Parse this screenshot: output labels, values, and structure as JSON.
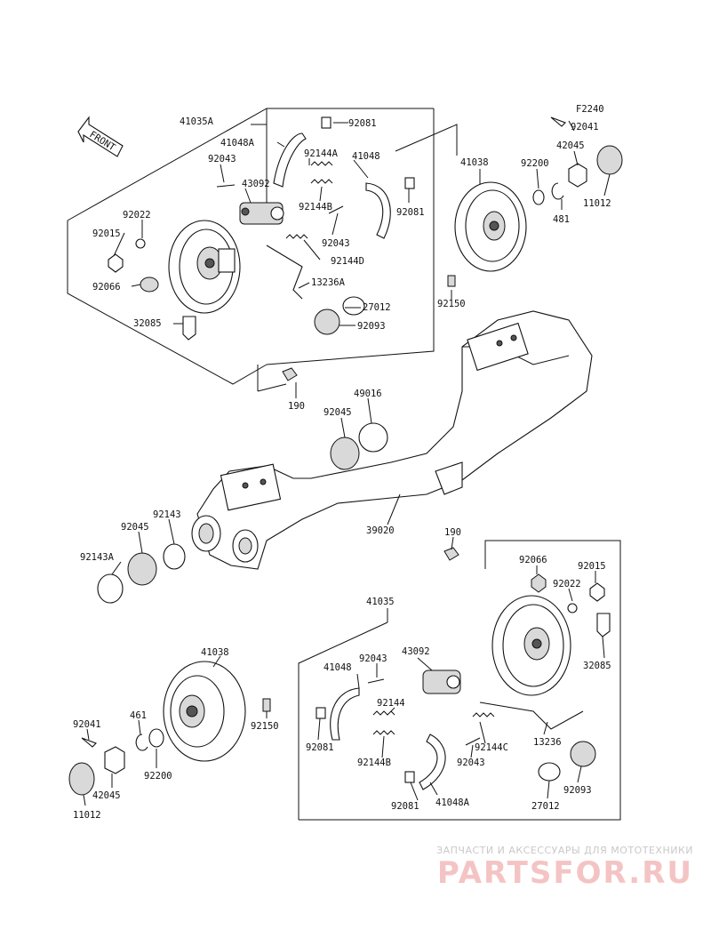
{
  "figure_code": "F2240",
  "front_label": "FRONT",
  "labels": {
    "l41035A": "41035A",
    "l92081a": "92081",
    "l41048A": "41048A",
    "l92144A": "92144A",
    "l41048": "41048",
    "l92043a": "92043",
    "l43092a": "43092",
    "l92022a": "92022",
    "l92015a": "92015",
    "l92144Ba": "92144B",
    "l92081b": "92081",
    "l92043b": "92043",
    "l92144D": "92144D",
    "l92066a": "92066",
    "l13236A": "13236A",
    "l27012a": "27012",
    "l32085a": "32085",
    "l92093a": "92093",
    "l190a": "190",
    "l41038a": "41038",
    "l92200a": "92200",
    "l481a": "481",
    "l92041a": "92041",
    "l42045a": "42045",
    "l11012a": "11012",
    "l92150a": "92150",
    "l49016": "49016",
    "l92045a": "92045",
    "l39020": "39020",
    "l92143": "92143",
    "l92045b": "92045",
    "l92143A": "92143A",
    "l190b": "190",
    "l92066b": "92066",
    "l92015b": "92015",
    "l92022b": "92022",
    "l41035": "41035",
    "l32085b": "32085",
    "l41038b": "41038",
    "l43092b": "43092",
    "l41048b": "41048",
    "l92043c": "92043",
    "l92144": "92144",
    "l92150b": "92150",
    "l92041b": "92041",
    "l461": "461",
    "l13236": "13236",
    "l92081c": "92081",
    "l92144B": "92144B",
    "l92144C": "92144C",
    "l92043d": "92043",
    "l92200b": "92200",
    "l42045b": "42045",
    "l92093b": "92093",
    "l27012b": "27012",
    "l11012b": "11012",
    "l92081d": "92081",
    "l41048Ab": "41048A"
  },
  "watermark": {
    "tagline": "ЗАПЧАСТИ И АКСЕССУАРЫ ДЛЯ МОТОТЕХНИКИ",
    "logo": "PARTSFOR.RU",
    "color": "#f4c4c4"
  }
}
